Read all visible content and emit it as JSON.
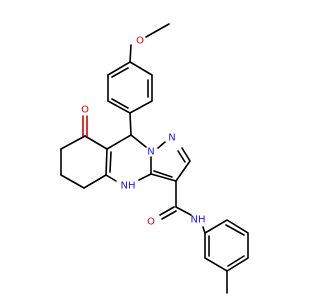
{
  "colors": {
    "carbon": "#000000",
    "oxygen": "#d40000",
    "nitrogen": "#1a1aff"
  },
  "atoms": {
    "o_methoxy": "O",
    "o_ketone": "O",
    "n_pyrazole_1": "N",
    "n_pyrazole_2": "N",
    "nh_ring": "NH",
    "o_amide": "O",
    "nh_amide": "NH"
  }
}
